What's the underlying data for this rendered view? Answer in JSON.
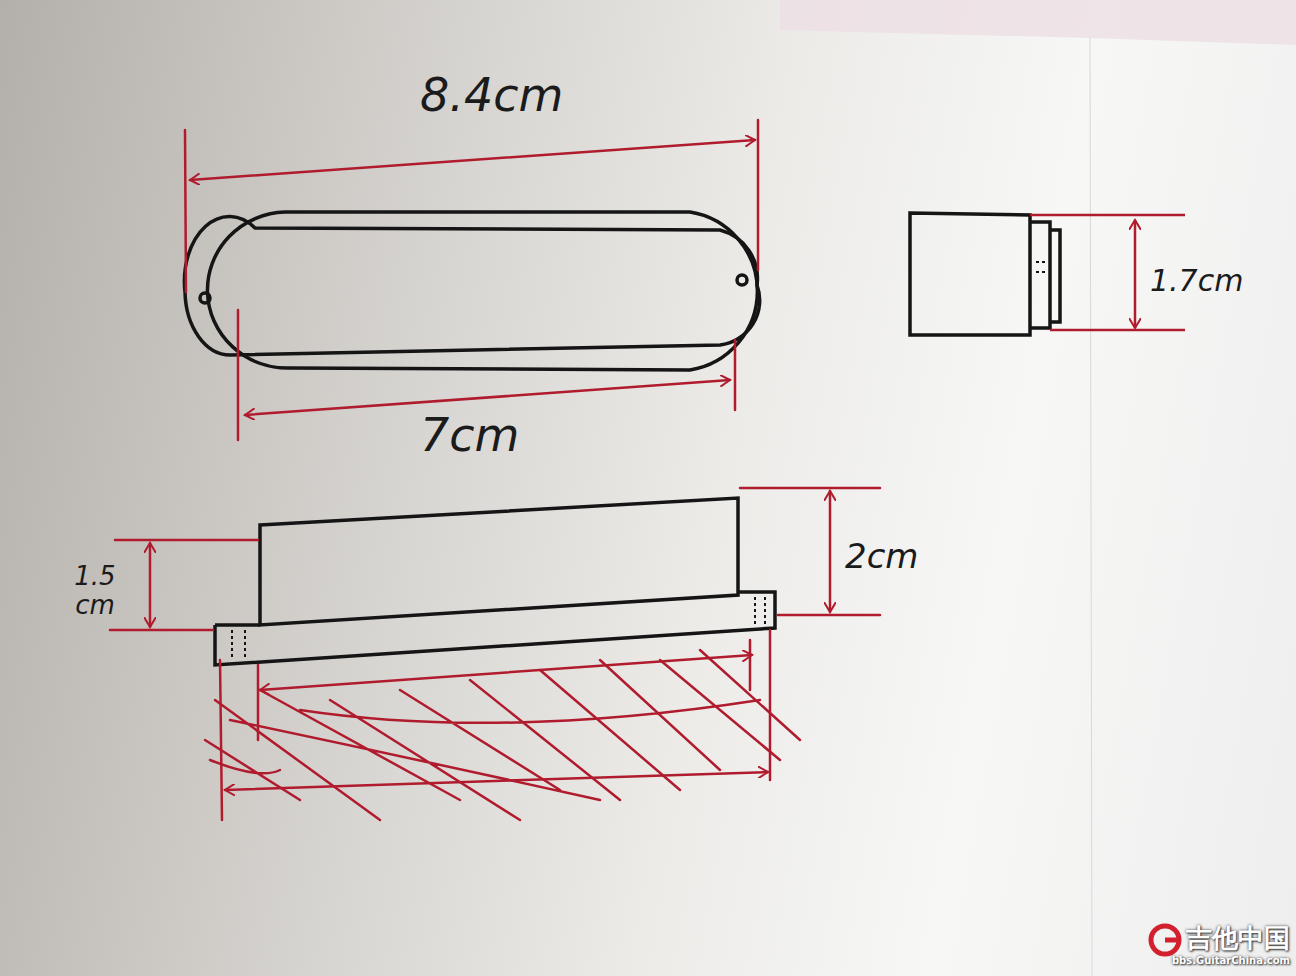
{
  "diagram": {
    "labels": [
      "8.4cm",
      "7cm",
      "1.7cm",
      "2cm",
      "1.5 cm",
      "吉他中国",
      "bbs.GuitarChina.com"
    ]
  }
}
